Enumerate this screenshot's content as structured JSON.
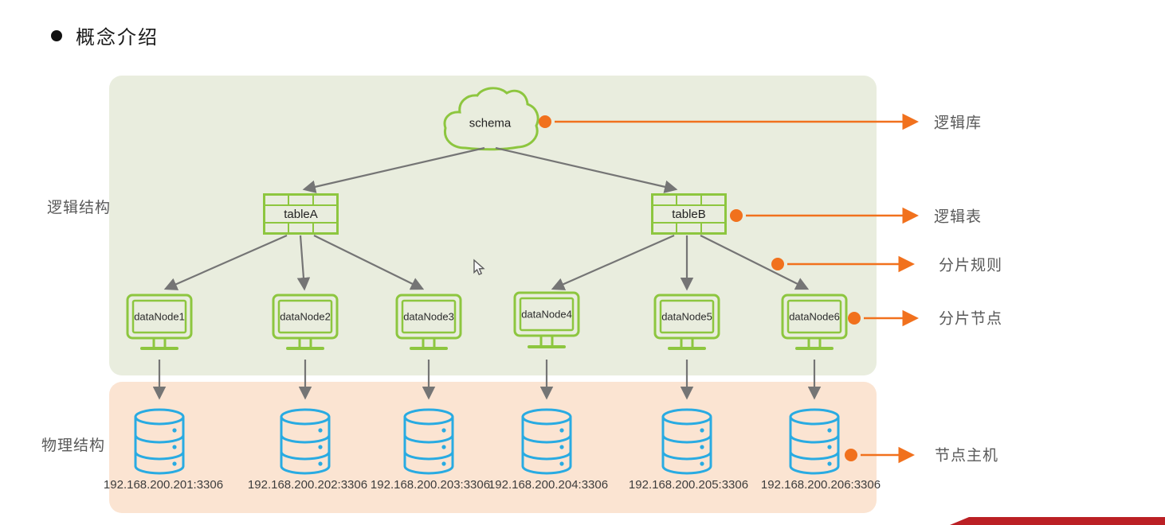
{
  "title": {
    "text": "概念介绍"
  },
  "sections": {
    "logical": {
      "label": "逻辑结构"
    },
    "physical": {
      "label": "物理结构"
    }
  },
  "schema": {
    "label": "schema"
  },
  "tables": [
    {
      "label": "tableA"
    },
    {
      "label": "tableB"
    }
  ],
  "data_nodes": [
    {
      "label": "dataNode1"
    },
    {
      "label": "dataNode2"
    },
    {
      "label": "dataNode3"
    },
    {
      "label": "dataNode4"
    },
    {
      "label": "dataNode5"
    },
    {
      "label": "dataNode6"
    }
  ],
  "hosts": [
    {
      "ip": "192.168.200.201:3306"
    },
    {
      "ip": "192.168.200.202:3306"
    },
    {
      "ip": "192.168.200.203:3306"
    },
    {
      "ip": "192.168.200.204:3306"
    },
    {
      "ip": "192.168.200.205:3306"
    },
    {
      "ip": "192.168.200.206:3306"
    }
  ],
  "annotations": [
    {
      "label": "逻辑库"
    },
    {
      "label": "逻辑表"
    },
    {
      "label": "分片规则"
    },
    {
      "label": "分片节点"
    },
    {
      "label": "节点主机"
    }
  ],
  "colors": {
    "logical_bg": "#E9EDDE",
    "physical_bg": "#FBE4D2",
    "node_green": "#8DC63F",
    "db_blue": "#29ABE2",
    "annotation_orange": "#F1711D",
    "arrow_gray": "#757575",
    "label_gray": "#595959",
    "banner_red": "#BB2025"
  }
}
